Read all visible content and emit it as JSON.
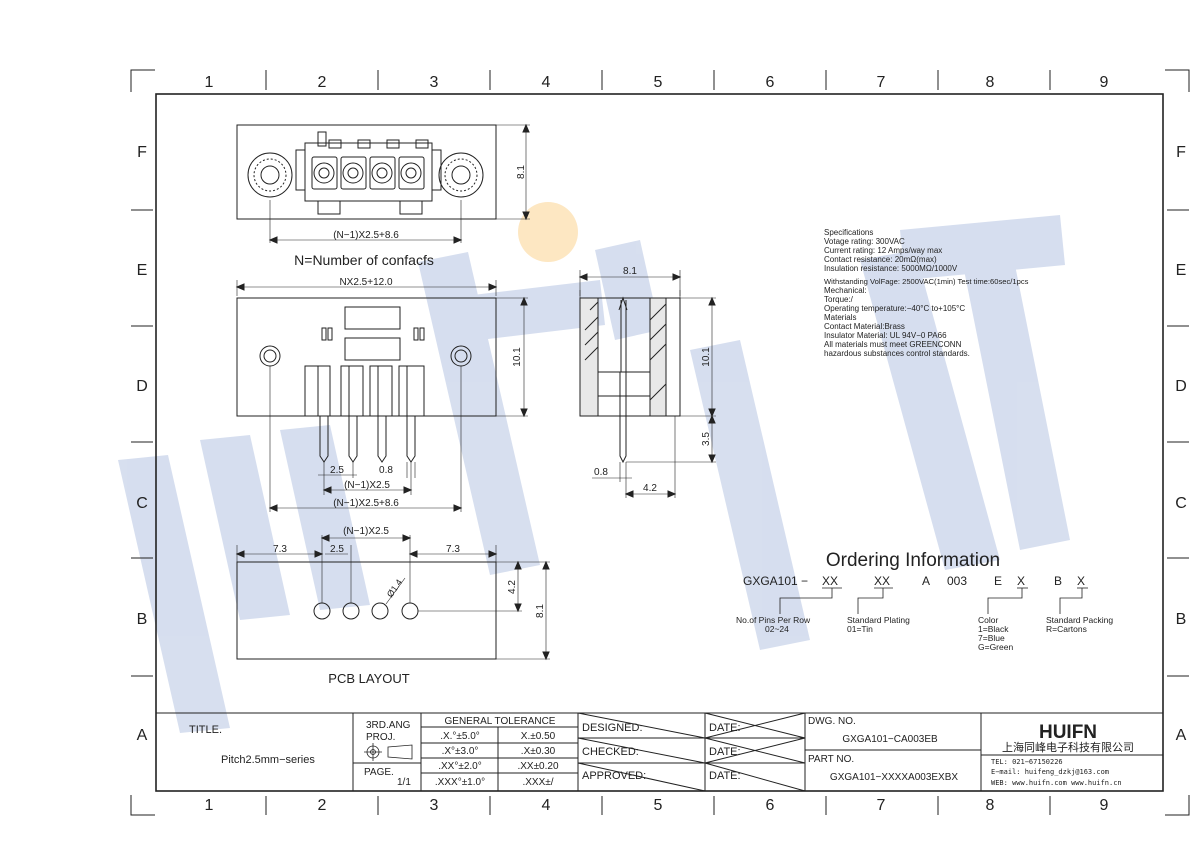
{
  "grid": {
    "columns": [
      "1",
      "2",
      "3",
      "4",
      "5",
      "6",
      "7",
      "8",
      "9"
    ],
    "rows": [
      "F",
      "E",
      "D",
      "C",
      "B",
      "A"
    ]
  },
  "watermark": {
    "text": "HUIFN",
    "color": "#c9d4ea",
    "dot_color": "#fde7c2"
  },
  "top_view": {
    "dim_width": "(N−1)X2.5+8.6",
    "dim_height": "8.1",
    "caption": "N=Number  of  confacfs"
  },
  "front_view": {
    "dim_overall": "NX2.5+12.0",
    "dim_height": "10.1",
    "dim_pitch": "2.5",
    "dim_pin": "0.8",
    "dim_span": "(N−1)X2.5",
    "dim_mount": "(N−1)X2.5+8.6"
  },
  "side_view": {
    "dim_width": "8.1",
    "dim_height": "10.1",
    "dim_tail": "3.5",
    "dim_pin": "0.8",
    "dim_offset": "4.2"
  },
  "pcb_layout": {
    "dim_span": "(N−1)X2.5",
    "dim_left": "7.3",
    "dim_pitch": "2.5",
    "dim_right": "7.3",
    "dim_hole": "Ø1.4",
    "dim_row": "4.2",
    "dim_height": "8.1",
    "caption": "PCB  LAYOUT"
  },
  "specifications": [
    "Specifications",
    "Votage rating: 300VAC",
    "Current rating: 12 Amps/way max",
    "Contact resistance: 20mΩ(max)",
    "Insulation resistance: 5000MΩ/1000V",
    "Withstanding VolFage: 2500VAC(1min) Test time:60sec/1pcs",
    "Mechanical:",
    "Torque:/",
    "Operating temperature:−40°C to+105°C",
    "Materials",
    "Contact Material:Brass",
    "Insulator Material: UL 94V−0 PA66",
    "All materials must meet GREENCONN",
    "hazardous substances control standards."
  ],
  "ordering": {
    "title": "Ordering  Information",
    "prefix": "GXGA101 −",
    "code_xx1": "XX",
    "code_xx2": "XX",
    "code_a": "A",
    "code_003": "003",
    "code_e": "E",
    "code_x1": "X",
    "code_b": "B",
    "code_x2": "X",
    "pins_label": "No.of Pins Per Row",
    "pins_range": "02~24",
    "plating_label": "Standard Plating",
    "plating_value": "01=Tin",
    "color_label": "Color",
    "color_values": [
      "1=Black",
      "7=Blue",
      "G=Green"
    ],
    "packing_label": "Standard Packing",
    "packing_value": "R=Cartons"
  },
  "title_block": {
    "title_label": "TITLE.",
    "title_value": "Pitch2.5mm−series",
    "proj_label_1": "3RD.ANG",
    "proj_label_2": "PROJ.",
    "page_label": "PAGE.",
    "page_value": "1/1",
    "tolerance_header": "GENERAL  TOLERANCE",
    "tolerances": [
      [
        ".X.°±5.0°",
        "X.±0.50"
      ],
      [
        ".X°±3.0°",
        ".X±0.30"
      ],
      [
        ".XX°±2.0°",
        ".XX±0.20"
      ],
      [
        ".XXX°±1.0°",
        ".XXX±/"
      ]
    ],
    "designed": "DESIGNED:",
    "checked": "CHECKED:",
    "approved": "APPROVED:",
    "date": "DATE:",
    "dwg_label": "DWG. NO.",
    "dwg_value": "GXGA101−CA003EB",
    "part_label": "PART NO.",
    "part_value": "GXGA101−XXXXA003EXBX",
    "company_logo": "HUIFN",
    "company_name": "上海同峰电子科技有限公司",
    "tel": "TEL: 021−67150226",
    "email": "E−mail: huifeng_dzkj@163.com",
    "web": "WEB: www.huifn.com   www.huifn.cn"
  }
}
